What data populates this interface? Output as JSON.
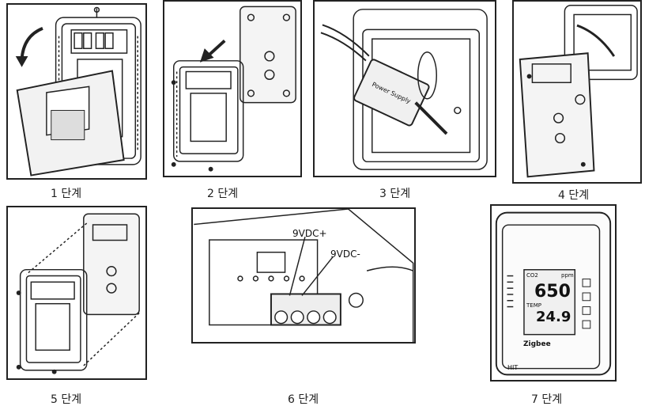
{
  "steps": [
    {
      "caption": "1 단계"
    },
    {
      "caption": "2 단계"
    },
    {
      "caption": "3 단계"
    },
    {
      "caption": "4 단계"
    },
    {
      "caption": "5 단계"
    },
    {
      "caption": "6 단계"
    },
    {
      "caption": "7 단계"
    }
  ],
  "wiring": {
    "positive_label": "9VDC+",
    "negative_label": "9VDC-"
  },
  "device": {
    "reading_1": "650",
    "reading_2": "24.9",
    "unit_1": "ppm",
    "tag_1": "CO2",
    "tag_2": "TEMP",
    "brand": "Zigbee",
    "badge": "HIT"
  },
  "adapter": {
    "label": "Power Supply"
  }
}
